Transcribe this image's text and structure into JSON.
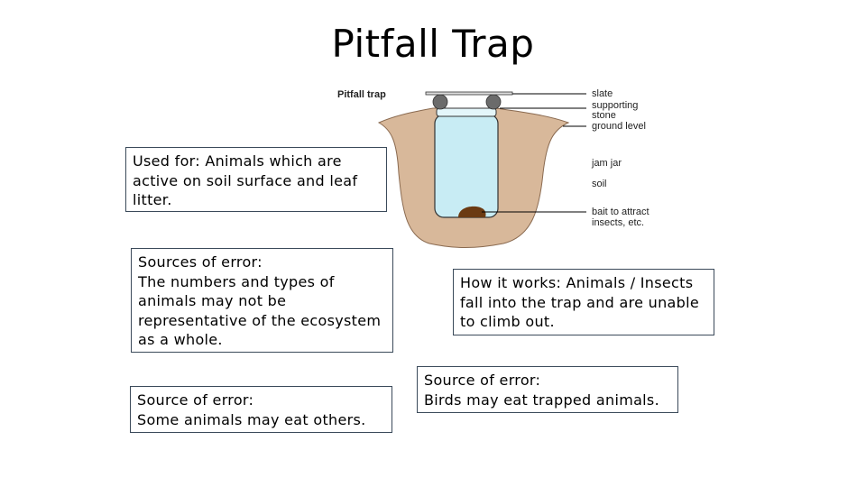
{
  "slide": {
    "title": "Pitfall Trap"
  },
  "diagram": {
    "caption": "Pitfall trap",
    "labels": {
      "slate": "slate",
      "supporting_1": "supporting",
      "supporting_2": "stone",
      "ground_level": "ground level",
      "jam_jar": "jam jar",
      "soil": "soil",
      "bait_1": "bait to attract",
      "bait_2": "insects, etc."
    },
    "colors": {
      "soil": "#d8b89a",
      "jar": "#c8ecf4",
      "stone": "#6b6b6b",
      "bait": "#6b3a12"
    }
  },
  "boxes": {
    "used_for": {
      "lines": [
        "Used for: Animals which are",
        "active on soil surface and leaf",
        "litter."
      ]
    },
    "sources_of_error": {
      "lines": [
        "Sources of error:",
        "The numbers and types of",
        "animals may not be",
        "representative of the ecosystem",
        "as a whole."
      ]
    },
    "how_it_works": {
      "lines": [
        "How it works: Animals / Insects",
        "fall into the trap and are unable",
        "to climb out."
      ]
    },
    "error_predation": {
      "lines": [
        "Source of error:",
        "Some animals may eat others."
      ]
    },
    "error_birds": {
      "lines": [
        "Source of error:",
        "Birds may eat trapped animals."
      ]
    }
  }
}
